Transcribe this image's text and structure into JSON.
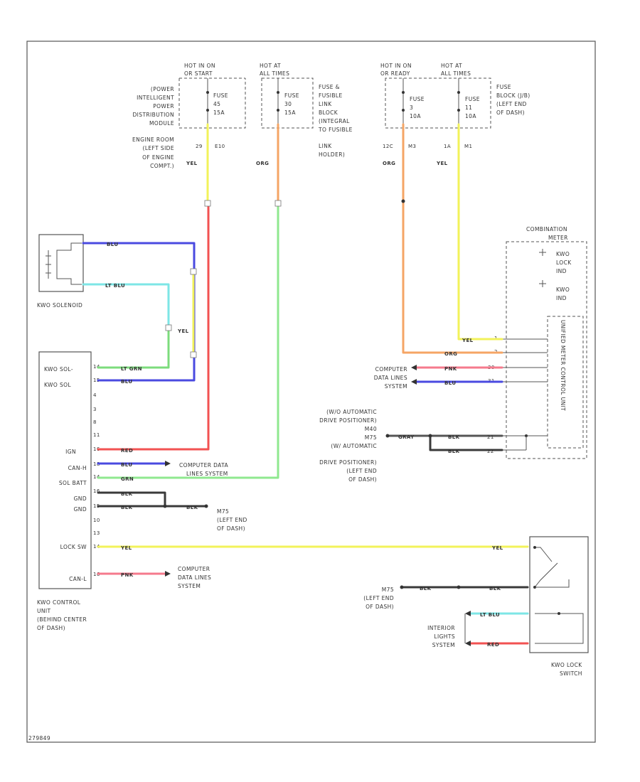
{
  "colors": {
    "YEL": "#f2f25a",
    "RED": "#f25252",
    "ORG": "#f5a565",
    "GRN": "#8fe88f",
    "BLU": "#4a4ae0",
    "LT GRN": "#7cdc7c",
    "LT BLU": "#7de6e6",
    "PNK": "#f57a8c",
    "BLK": "#3a3a3a",
    "GRAY": "#555555"
  },
  "labels": {
    "fuse1_hot": [
      "HOT IN ON",
      "OR START"
    ],
    "fuse1_source": [
      "(POWER",
      "INTELLIGENT",
      "POWER",
      "DISTRIBUTION",
      "MODULE",
      "ENGINE ROOM",
      "(LEFT SIDE",
      "OF ENGINE",
      "COMPT.)"
    ],
    "fuse1_fuse": [
      "FUSE",
      "45",
      "15A"
    ],
    "fuse1_pins": [
      "29",
      "E10"
    ],
    "fuse1_wire": "YEL",
    "fuse2_hot": [
      "HOT AT",
      "ALL TIMES"
    ],
    "fuse2_fuse": [
      "FUSE",
      "30",
      "15A"
    ],
    "fuse2_source": [
      "FUSE &",
      "FUSIBLE",
      "LINK",
      "BLOCK",
      "(INTEGRAL",
      "TO FUSIBLE",
      "LINK",
      "HOLDER)"
    ],
    "fuse2_wire": "ORG",
    "fuse3_hot": [
      "HOT IN ON",
      "OR READY"
    ],
    "fuse3_fuse": [
      "FUSE",
      "3",
      "10A"
    ],
    "fuse3_pins": [
      "12C",
      "M3"
    ],
    "fuse3_wire": "ORG",
    "fuse4_hot": [
      "HOT AT",
      "ALL TIMES"
    ],
    "fuse4_fuse": [
      "FUSE",
      "11",
      "10A"
    ],
    "fuse4_pins": [
      "1A",
      "M1"
    ],
    "fuse4_wire": "YEL",
    "fuse34_source": [
      "FUSE",
      "BLOCK (J/B)",
      "(LEFT END",
      "OF DASH)"
    ],
    "solenoid_label": "KWO SOLENOID",
    "solenoid_wires": [
      "BLU",
      "LT BLU"
    ],
    "yel_wire_label": "YEL",
    "kcu_pins": [
      "KWO SOL-",
      "KWO SOL"
    ],
    "kcu_pin_labels": [
      "IGN",
      "CAN-H",
      "SOL BATT",
      "GND",
      "GND",
      "LOCK SW",
      "CAN-L"
    ],
    "kcu_pin_numbers": [
      "14",
      "15",
      "4",
      "3",
      "8",
      "11",
      "16",
      "18",
      "14",
      "16",
      "15",
      "10",
      "13",
      "14",
      "16"
    ],
    "kcu_wires": [
      "LT GRN",
      "BLU",
      "RED",
      "BLU",
      "GRN",
      "BLK",
      "BLK",
      "YEL",
      "PNK"
    ],
    "kcu_name": [
      "KWO CONTROL",
      "UNIT",
      "(BEHIND CENTER",
      "OF DASH)"
    ],
    "data_lines_1": [
      "COMPUTER DATA",
      "LINES SYSTEM"
    ],
    "data_lines_2": [
      "COMPUTER",
      "DATA LINES",
      "SYSTEM"
    ],
    "data_lines_3": [
      "COMPUTER",
      "DATA LINES",
      "SYSTEM"
    ],
    "ground1": [
      "M75",
      "(LEFT END",
      "OF DASH)"
    ],
    "ground1_wire": "BLK",
    "combo_name": [
      "COMBINATION",
      "METER"
    ],
    "combo_ind": [
      [
        "KWO",
        "LOCK",
        "IND"
      ],
      [
        "KWO",
        "IND"
      ]
    ],
    "combo_unit": "UNIFIED METER CONTROL UNIT",
    "combo_wires": [
      "YEL",
      "ORG",
      "PNK",
      "BLU"
    ],
    "combo_pins": [
      "1",
      "2",
      "30",
      "31"
    ],
    "drive_pos": [
      "(W/O AUTOMATIC",
      "DRIVE POSITIONER)",
      "M40",
      "M75",
      "(W/ AUTOMATIC",
      "DRIVE POSITIONER)",
      "(LEFT END",
      "OF DASH)"
    ],
    "drive_pos_wires": [
      "GRAY",
      "BLK",
      "BLK"
    ],
    "drive_pos_pins": [
      "21",
      "22"
    ],
    "lock_switch_name": [
      "KWO LOCK",
      "SWITCH"
    ],
    "lock_switch_wires": [
      "YEL",
      "BLK",
      "LT BLU",
      "RED"
    ],
    "lock_switch_ground": [
      "M75",
      "(LEFT END",
      "OF DASH)"
    ],
    "interior": [
      "INTERIOR",
      "LIGHTS",
      "SYSTEM"
    ],
    "footer": "279849"
  }
}
